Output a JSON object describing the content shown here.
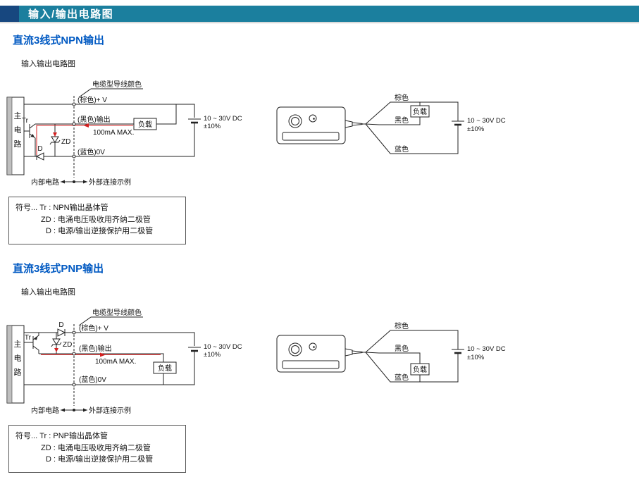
{
  "header": {
    "title": "输入/输出电路图"
  },
  "colors": {
    "header_teal": "#1b7f9e",
    "header_navy": "#17477f",
    "heading_blue": "#0059c2",
    "current_path_red": "#d42020"
  },
  "npn": {
    "heading": "直流3线式NPN输出",
    "sublabel": "输入输出电路图",
    "circuit": {
      "cable_color_label": "电缆型导线颜色",
      "main_chars": [
        "主",
        "电",
        "路"
      ],
      "wire_brown": "(棕色)+ V",
      "wire_black": "(黑色)输出",
      "load_label": "负载",
      "current_max": "100mA MAX.",
      "wire_blue": "(蓝色)0V",
      "supply_1": "10 ~ 30V DC",
      "supply_2": "±10%",
      "tr_label": "Tr",
      "zd_label": "ZD",
      "d_label": "D",
      "internal_label": "内部电路",
      "external_label": "外部连接示例"
    },
    "wiring": {
      "brown": "棕色",
      "load_label": "负载",
      "black": "黑色",
      "blue": "蓝色",
      "supply_1": "10 ~ 30V DC",
      "supply_2": "±10%"
    },
    "legend": {
      "line1": "符号... Tr : NPN输出晶体管",
      "line2": "ZD : 电涌电压吸收用齐纳二极管",
      "line3": "D : 电源/输出逆接保护用二极管"
    }
  },
  "pnp": {
    "heading": "直流3线式PNP输出",
    "sublabel": "输入输出电路图",
    "circuit": {
      "cable_color_label": "电缆型导线颜色",
      "main_chars": [
        "主",
        "电",
        "路"
      ],
      "wire_brown": "(棕色)+ V",
      "wire_black": "(黑色)输出",
      "load_label": "负载",
      "current_max": "100mA MAX.",
      "wire_blue": "(蓝色)0V",
      "supply_1": "10 ~ 30V DC",
      "supply_2": "±10%",
      "tr_label": "Tr",
      "zd_label": "ZD",
      "d_label": "D",
      "internal_label": "内部电路",
      "external_label": "外部连接示例"
    },
    "wiring": {
      "brown": "棕色",
      "load_label": "负载",
      "black": "黑色",
      "blue": "蓝色",
      "supply_1": "10 ~ 30V DC",
      "supply_2": "±10%"
    },
    "legend": {
      "line1": "符号... Tr : PNP输出晶体管",
      "line2": "ZD : 电涌电压吸收用齐纳二极管",
      "line3": "D : 电源/输出逆接保护用二极管"
    }
  }
}
